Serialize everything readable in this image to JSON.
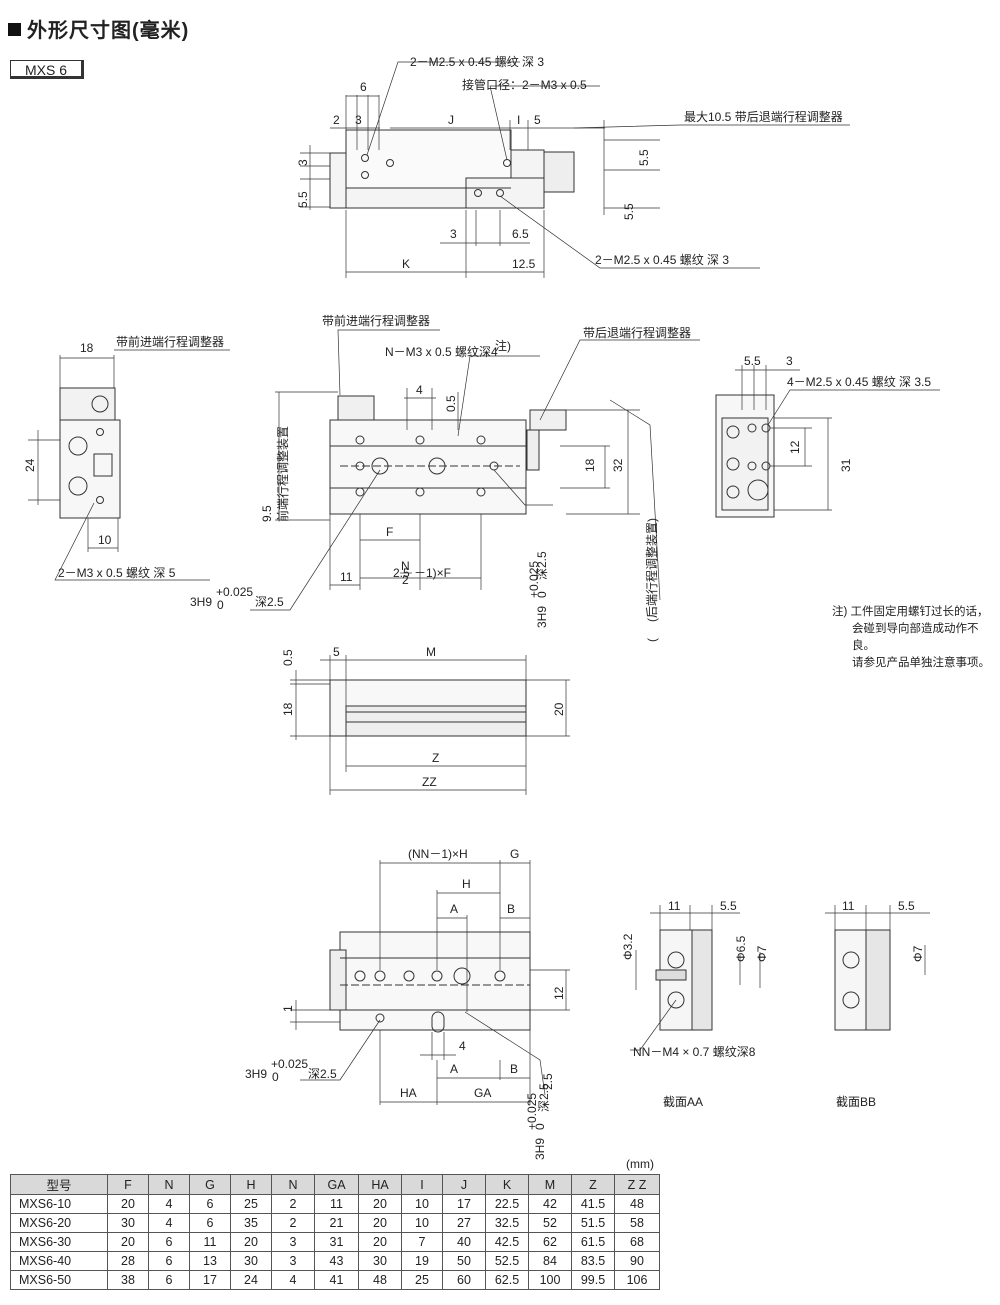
{
  "heading": "外形尺寸图(毫米)",
  "model_tag": "MXS 6",
  "unit": "(mm)",
  "top_view": {
    "callouts": [
      "2－M2.5 x 0.45 螺纹 深 3",
      "接管口径：2－M3 x 0.5",
      "最大10.5 带后退端行程调整器",
      "2－M2.5 x 0.45 螺纹 深 3"
    ],
    "dims": [
      "6",
      "2",
      "3",
      "J",
      "I",
      "5",
      "3",
      "5.5",
      "5.5",
      "5.5",
      "3",
      "6.5",
      "K",
      "12.5"
    ]
  },
  "left_view": {
    "callouts": [
      "带前进端行程调整器",
      "2－M3 x 0.5 螺纹 深 5"
    ],
    "dims": [
      "18",
      "24",
      "10"
    ]
  },
  "front_view": {
    "callouts": [
      "带前进端行程调整器",
      "N－M3 x 0.5 螺纹深4",
      "注)",
      "带后退端行程调整器",
      "3H9",
      "+0.025",
      "0",
      "深2.5",
      "前端行程调整装置",
      "(后端行程调整装置)"
    ],
    "dims": [
      "4",
      "0.5",
      "18",
      "32",
      "9.5",
      "F",
      "11",
      "N",
      "2",
      "－1)×F",
      "(",
      "2.5"
    ]
  },
  "right_view": {
    "callouts": [
      "4－M2.5 x 0.45 螺纹 深 3.5"
    ],
    "dims": [
      "5.5",
      "3",
      "12",
      "31"
    ]
  },
  "side_view": {
    "dims": [
      "0.5",
      "5",
      "M",
      "18",
      "20",
      "Z",
      "ZZ"
    ]
  },
  "bottom_view": {
    "dims": [
      "(NN－1)×H",
      "G",
      "H",
      "A",
      "B",
      "1",
      "12",
      "4",
      "A",
      "B",
      "HA",
      "GA",
      "2.5"
    ],
    "callouts": [
      "3H9",
      "深2.5",
      "NN－M4 × 0.7 螺纹深8"
    ]
  },
  "sections": {
    "aa_label": "截面AA",
    "bb_label": "截面BB",
    "dims": [
      "11",
      "5.5",
      "Φ3.2",
      "Φ6.5",
      "Φ7",
      "11",
      "5.5",
      "Φ7"
    ]
  },
  "note": [
    "注) 工件固定用螺钉过长的话，",
    "会碰到导向部造成动作不良。",
    "请参见产品单独注意事项。"
  ],
  "table": {
    "headers": [
      "型号",
      "F",
      "N",
      "G",
      "H",
      "N",
      "GA",
      "HA",
      "I",
      "J",
      "K",
      "M",
      "Z",
      "Z Z"
    ],
    "rows": [
      [
        "MXS6-10",
        "20",
        "4",
        "6",
        "25",
        "2",
        "11",
        "20",
        "10",
        "17",
        "22.5",
        "42",
        "41.5",
        "48"
      ],
      [
        "MXS6-20",
        "30",
        "4",
        "6",
        "35",
        "2",
        "21",
        "20",
        "10",
        "27",
        "32.5",
        "52",
        "51.5",
        "58"
      ],
      [
        "MXS6-30",
        "20",
        "6",
        "11",
        "20",
        "3",
        "31",
        "20",
        "7",
        "40",
        "42.5",
        "62",
        "61.5",
        "68"
      ],
      [
        "MXS6-40",
        "28",
        "6",
        "13",
        "30",
        "3",
        "43",
        "30",
        "19",
        "50",
        "52.5",
        "84",
        "83.5",
        "90"
      ],
      [
        "MXS6-50",
        "38",
        "6",
        "17",
        "24",
        "4",
        "41",
        "48",
        "25",
        "60",
        "62.5",
        "100",
        "99.5",
        "106"
      ]
    ]
  }
}
